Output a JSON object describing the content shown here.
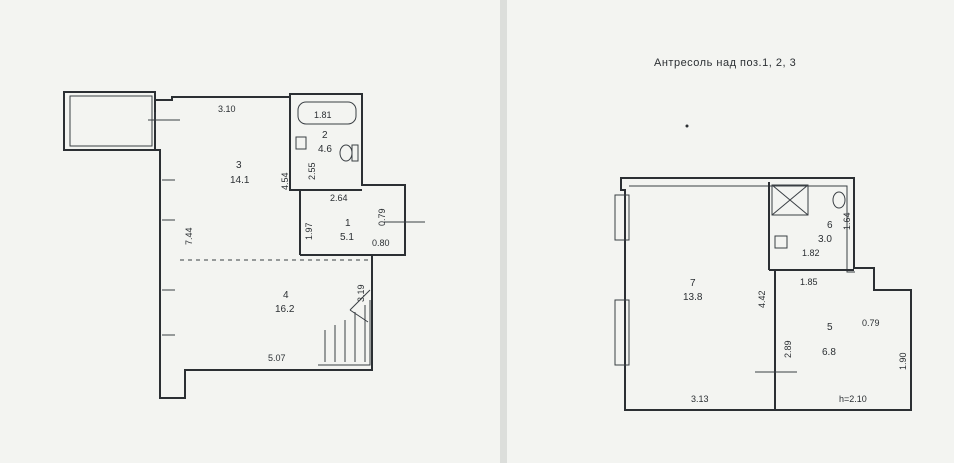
{
  "left_plan": {
    "rooms": [
      {
        "number": "1",
        "area": "5.1"
      },
      {
        "number": "2",
        "area": "4.6"
      },
      {
        "number": "3",
        "area": "14.1"
      },
      {
        "number": "4",
        "area": "16.2"
      }
    ],
    "dimensions": [
      "3.10",
      "1.81",
      "2.55",
      "4.54",
      "2.64",
      "0.79",
      "1.97",
      "0.80",
      "7.44",
      "3.19",
      "5.07"
    ]
  },
  "right_plan": {
    "title": "Антресоль над поз.1, 2, 3",
    "rooms": [
      {
        "number": "6",
        "area": "3.0"
      },
      {
        "number": "7",
        "area": "13.8"
      },
      {
        "number": "5",
        "area": "6.8"
      }
    ],
    "dimensions": [
      "1.64",
      "1.82",
      "1.85",
      "4.42",
      "0.79",
      "2.89",
      "1.90",
      "3.13"
    ],
    "height_note": "h=2.10"
  }
}
